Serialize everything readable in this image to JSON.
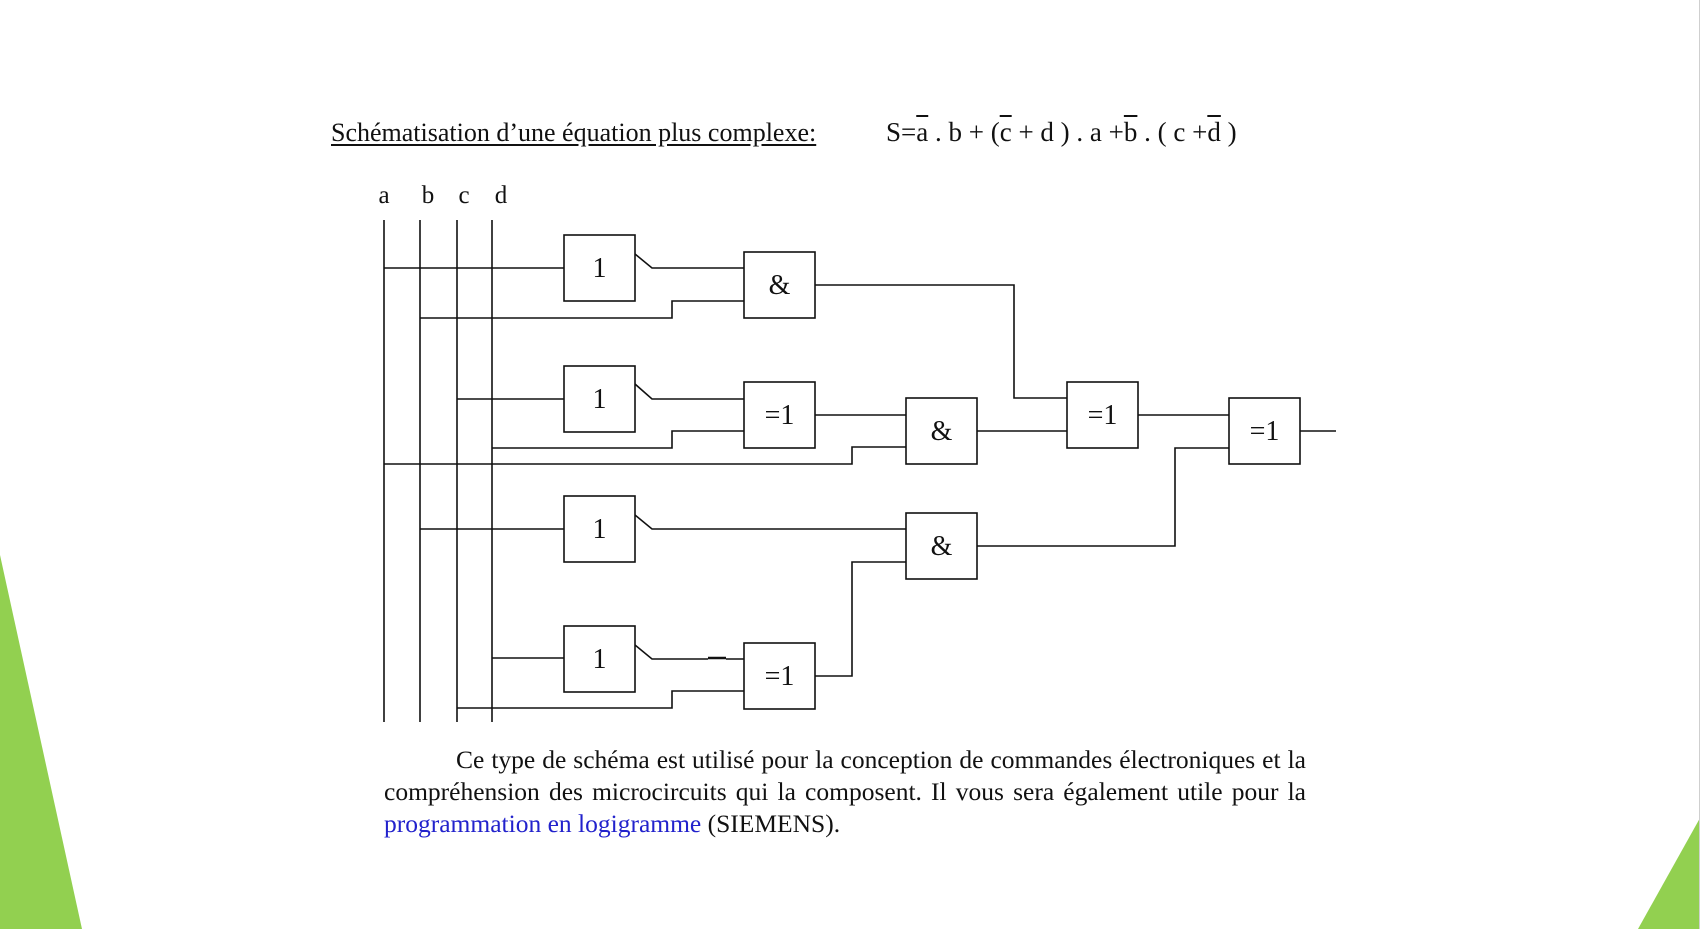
{
  "heading": "Schématisation d’une équation plus complexe:",
  "equation": {
    "prefix": "S=",
    "p1": "a",
    "p2": " . b + (",
    "p3": "c",
    "p4": " + d ) . a +",
    "p5": "b",
    "p6": " . ( c +",
    "p7": "d",
    "p8": " )"
  },
  "inputs": [
    "a",
    "b",
    "c",
    "d"
  ],
  "gates": [
    {
      "id": "or1",
      "label": "1"
    },
    {
      "id": "and1",
      "label": "&"
    },
    {
      "id": "or2",
      "label": "1"
    },
    {
      "id": "xor1",
      "label": "=1"
    },
    {
      "id": "and2",
      "label": "&"
    },
    {
      "id": "xor2",
      "label": "=1"
    },
    {
      "id": "xor3",
      "label": "=1"
    },
    {
      "id": "or3",
      "label": "1"
    },
    {
      "id": "and3",
      "label": "&"
    },
    {
      "id": "or4",
      "label": "1"
    },
    {
      "id": "xor4",
      "label": "=1"
    }
  ],
  "paragraph": {
    "before_link": "Ce type de schéma est utilisé pour la conception de commandes électroniques et la compréhension des microcircuits qui la composent. Il vous sera également utile pour la ",
    "link": "programmation en logigramme",
    "after_link": " (SIEMENS)."
  },
  "colors": {
    "accent_green": "#92d050",
    "link_blue": "#2222cc"
  }
}
